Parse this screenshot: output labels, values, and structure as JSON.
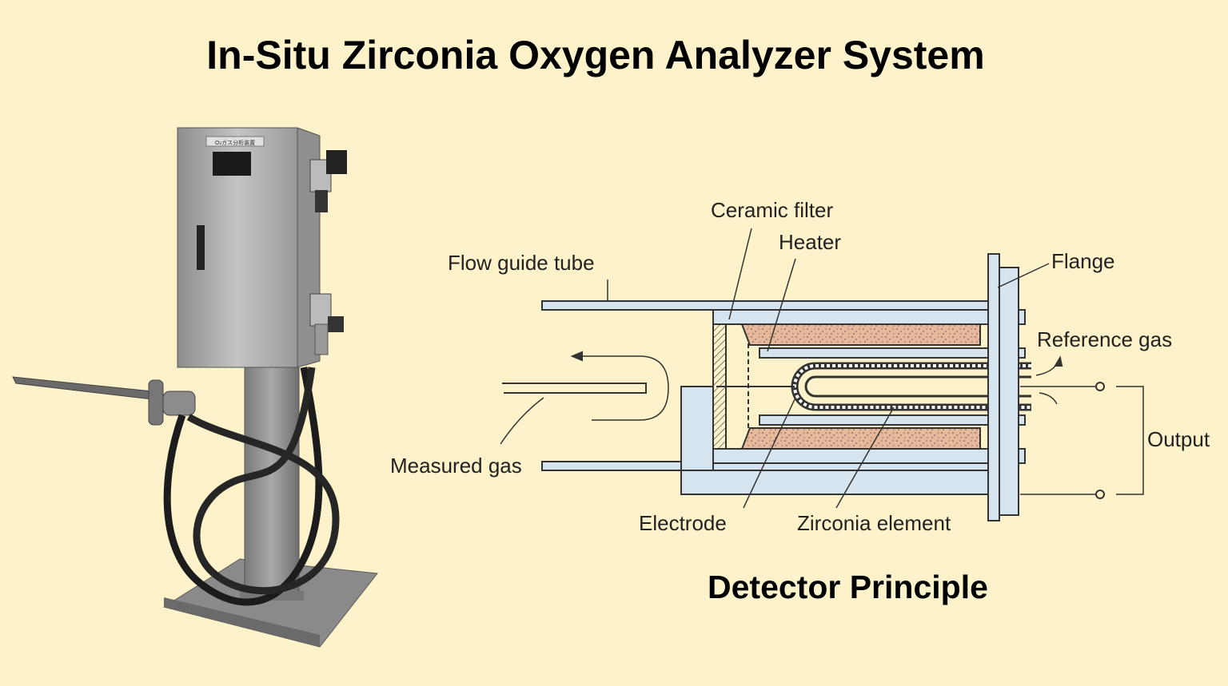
{
  "title": "In-Situ Zirconia Oxygen Analyzer System",
  "subtitle": "Detector Principle",
  "cabinet_label": "O₂ガス分析装置",
  "labels": {
    "ceramic_filter": "Ceramic filter",
    "heater": "Heater",
    "flow_guide_tube": "Flow guide tube",
    "flange": "Flange",
    "reference_gas": "Reference gas",
    "output": "Output",
    "measured_gas": "Measured gas",
    "electrode": "Electrode",
    "zirconia_element": "Zirconia element"
  },
  "colors": {
    "background": "#fdf2c9",
    "diagram_fill": "#d6e4f0",
    "heater_fill": "#e8b89a",
    "line": "#333333"
  }
}
